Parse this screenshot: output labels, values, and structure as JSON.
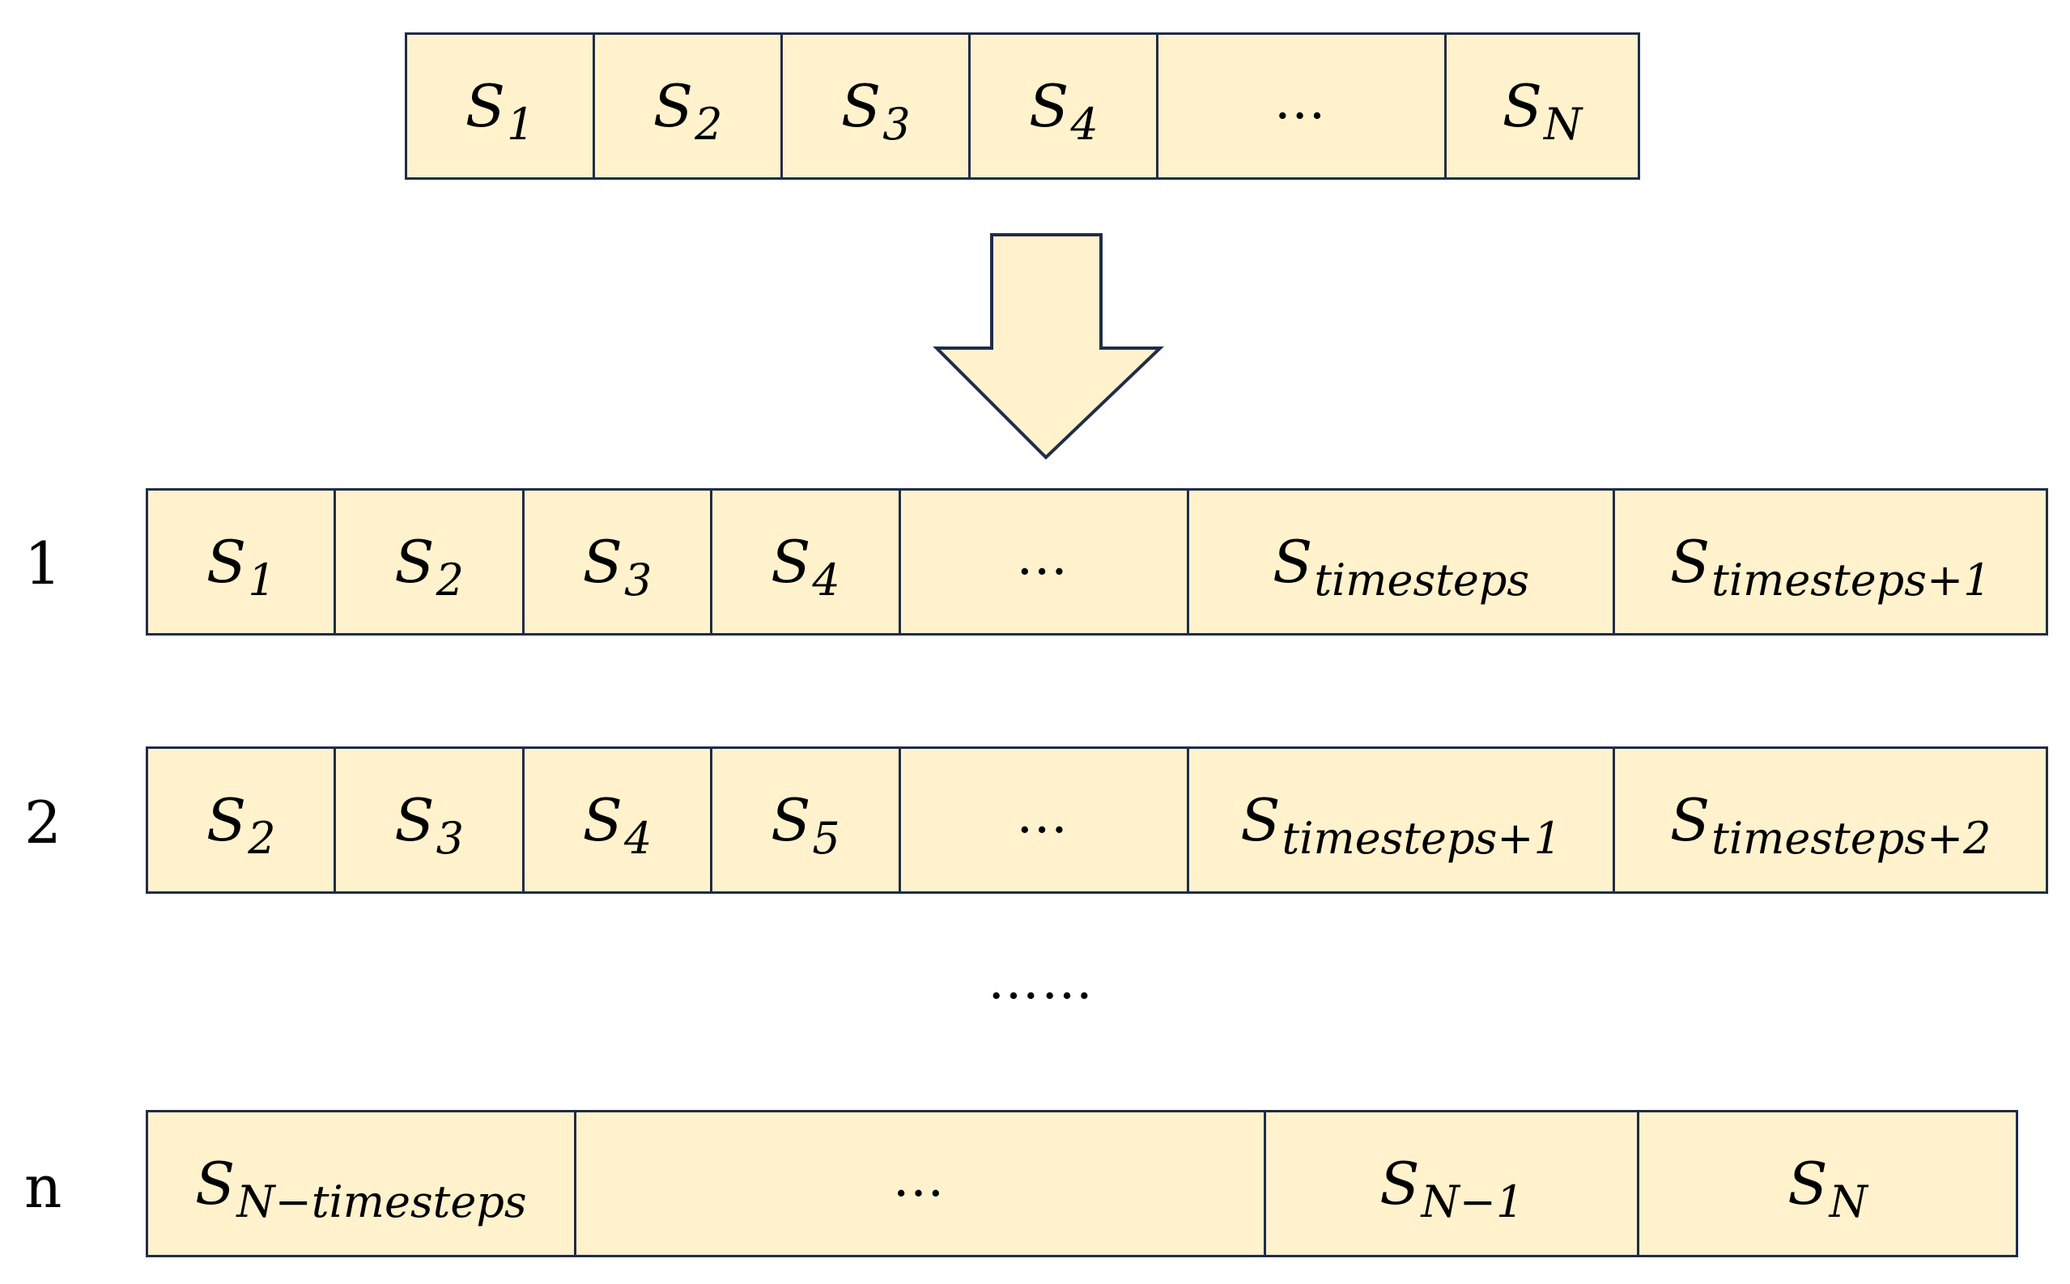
{
  "source": {
    "cells": [
      {
        "base": "S",
        "sub": "1"
      },
      {
        "base": "S",
        "sub": "2"
      },
      {
        "base": "S",
        "sub": "3"
      },
      {
        "base": "S",
        "sub": "4"
      },
      {
        "ellipsis": "…"
      },
      {
        "base": "S",
        "sub": "N"
      }
    ]
  },
  "windows": [
    {
      "label": "1",
      "cells": [
        {
          "base": "S",
          "sub": "1"
        },
        {
          "base": "S",
          "sub": "2"
        },
        {
          "base": "S",
          "sub": "3"
        },
        {
          "base": "S",
          "sub": "4"
        },
        {
          "ellipsis": "…"
        },
        {
          "base": "S",
          "sub": "timesteps"
        },
        {
          "base": "S",
          "sub": "timesteps+1"
        }
      ]
    },
    {
      "label": "2",
      "cells": [
        {
          "base": "S",
          "sub": "2"
        },
        {
          "base": "S",
          "sub": "3"
        },
        {
          "base": "S",
          "sub": "4"
        },
        {
          "base": "S",
          "sub": "5"
        },
        {
          "ellipsis": "…"
        },
        {
          "base": "S",
          "sub": "timesteps+1"
        },
        {
          "base": "S",
          "sub": "timesteps+2"
        }
      ]
    },
    {
      "label": "n",
      "cells": [
        {
          "base": "S",
          "sub": "N−timesteps"
        },
        {
          "ellipsis": "…"
        },
        {
          "base": "S",
          "sub": "N−1"
        },
        {
          "base": "S",
          "sub": "N"
        }
      ]
    }
  ],
  "more_rows": "……",
  "colors": {
    "cell_fill": "#fff2cc",
    "border": "#1f2d4a"
  }
}
